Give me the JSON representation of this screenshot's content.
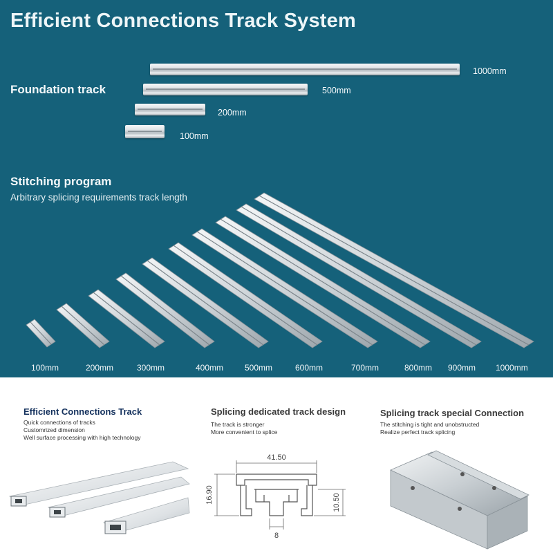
{
  "title": "Efficient Connections Track System",
  "foundation": {
    "heading": "Foundation track",
    "lengths": [
      "1000mm",
      "500mm",
      "200mm",
      "100mm"
    ]
  },
  "stitching": {
    "heading": "Stitching program",
    "subtitle": "Arbitrary splicing requirements track length",
    "lengths": [
      "100mm",
      "200mm",
      "300mm",
      "400mm",
      "500mm",
      "600mm",
      "700mm",
      "800mm",
      "900mm",
      "1000mm"
    ]
  },
  "panels": [
    {
      "heading": "Efficient Connections Track",
      "color": "#13305c",
      "lines": [
        "Quick connections of tracks",
        "Customrized dimension",
        "Well surface processing with high technology"
      ]
    },
    {
      "heading": "Splicing dedicated track design",
      "color": "#3a3a3a",
      "lines": [
        "The track is stronger",
        "More convenient to splice"
      ],
      "dims": {
        "width": "41.50",
        "height": "16.90",
        "inner": "10.50",
        "slot": "8"
      }
    },
    {
      "heading": "Splicing track special Connection",
      "color": "#3a3a3a",
      "lines": [
        "The stitching is tight and unobstructed",
        "Realize perfect track splicing"
      ]
    }
  ],
  "colors": {
    "background": "#15617a",
    "rail": "#d8dde0"
  }
}
